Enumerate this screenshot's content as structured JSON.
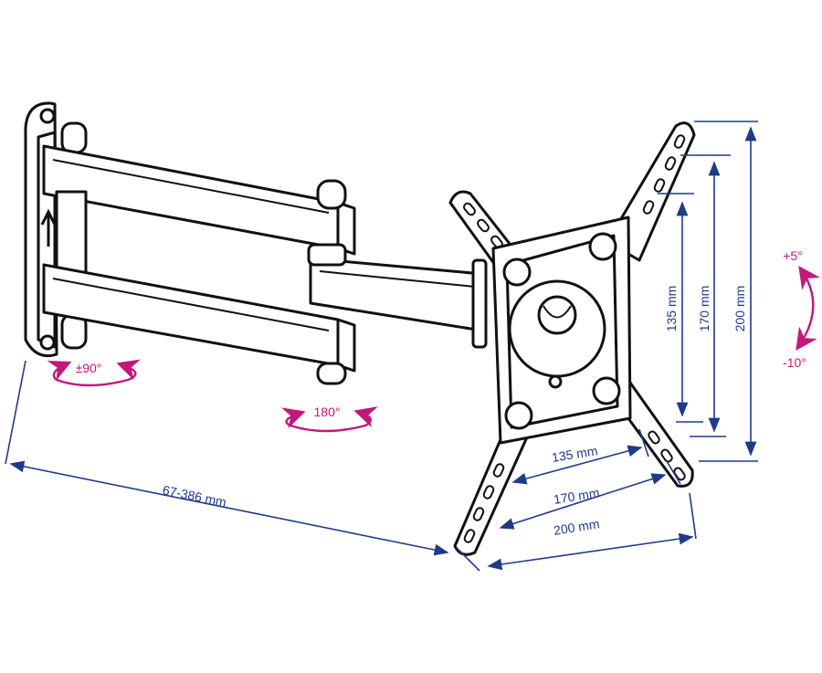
{
  "colors": {
    "dimension": "#1f3a8a",
    "rotation": "#c2187a",
    "outline": "#111111"
  },
  "dimensions": {
    "arm_extension": "67-386 mm",
    "horizontal": [
      "135 mm",
      "170 mm",
      "200 mm"
    ],
    "vertical": [
      "135 mm",
      "170 mm",
      "200 mm"
    ]
  },
  "rotations": {
    "wall_swivel": "±90°",
    "arm_swivel": "180°",
    "tilt_up": "+5°",
    "tilt_down": "-10°"
  }
}
